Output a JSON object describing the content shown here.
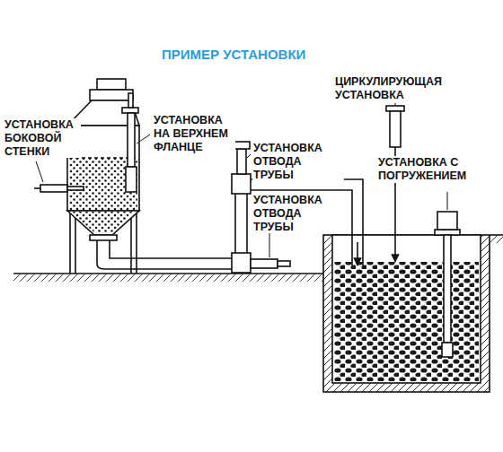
{
  "diagram": {
    "title": "ПРИМЕР УСТАНОВКИ",
    "labels": [
      "УСТАНОВКА БОКОВОЙ СТЕНКИ",
      "УСТАНОВКА НА ВЕРХНЕМ ФЛАНЦЕ",
      "УСТАНОВКА ОТВОДА ТРУБЫ",
      "ЦИРКУЛИРУЮЩАЯ УСТАНОВКА",
      "УСТАНОВКА ОТВОДА ТРУБЫ",
      "УСТАНОВКА С ПОГРУЖЕНИЕМ"
    ]
  }
}
